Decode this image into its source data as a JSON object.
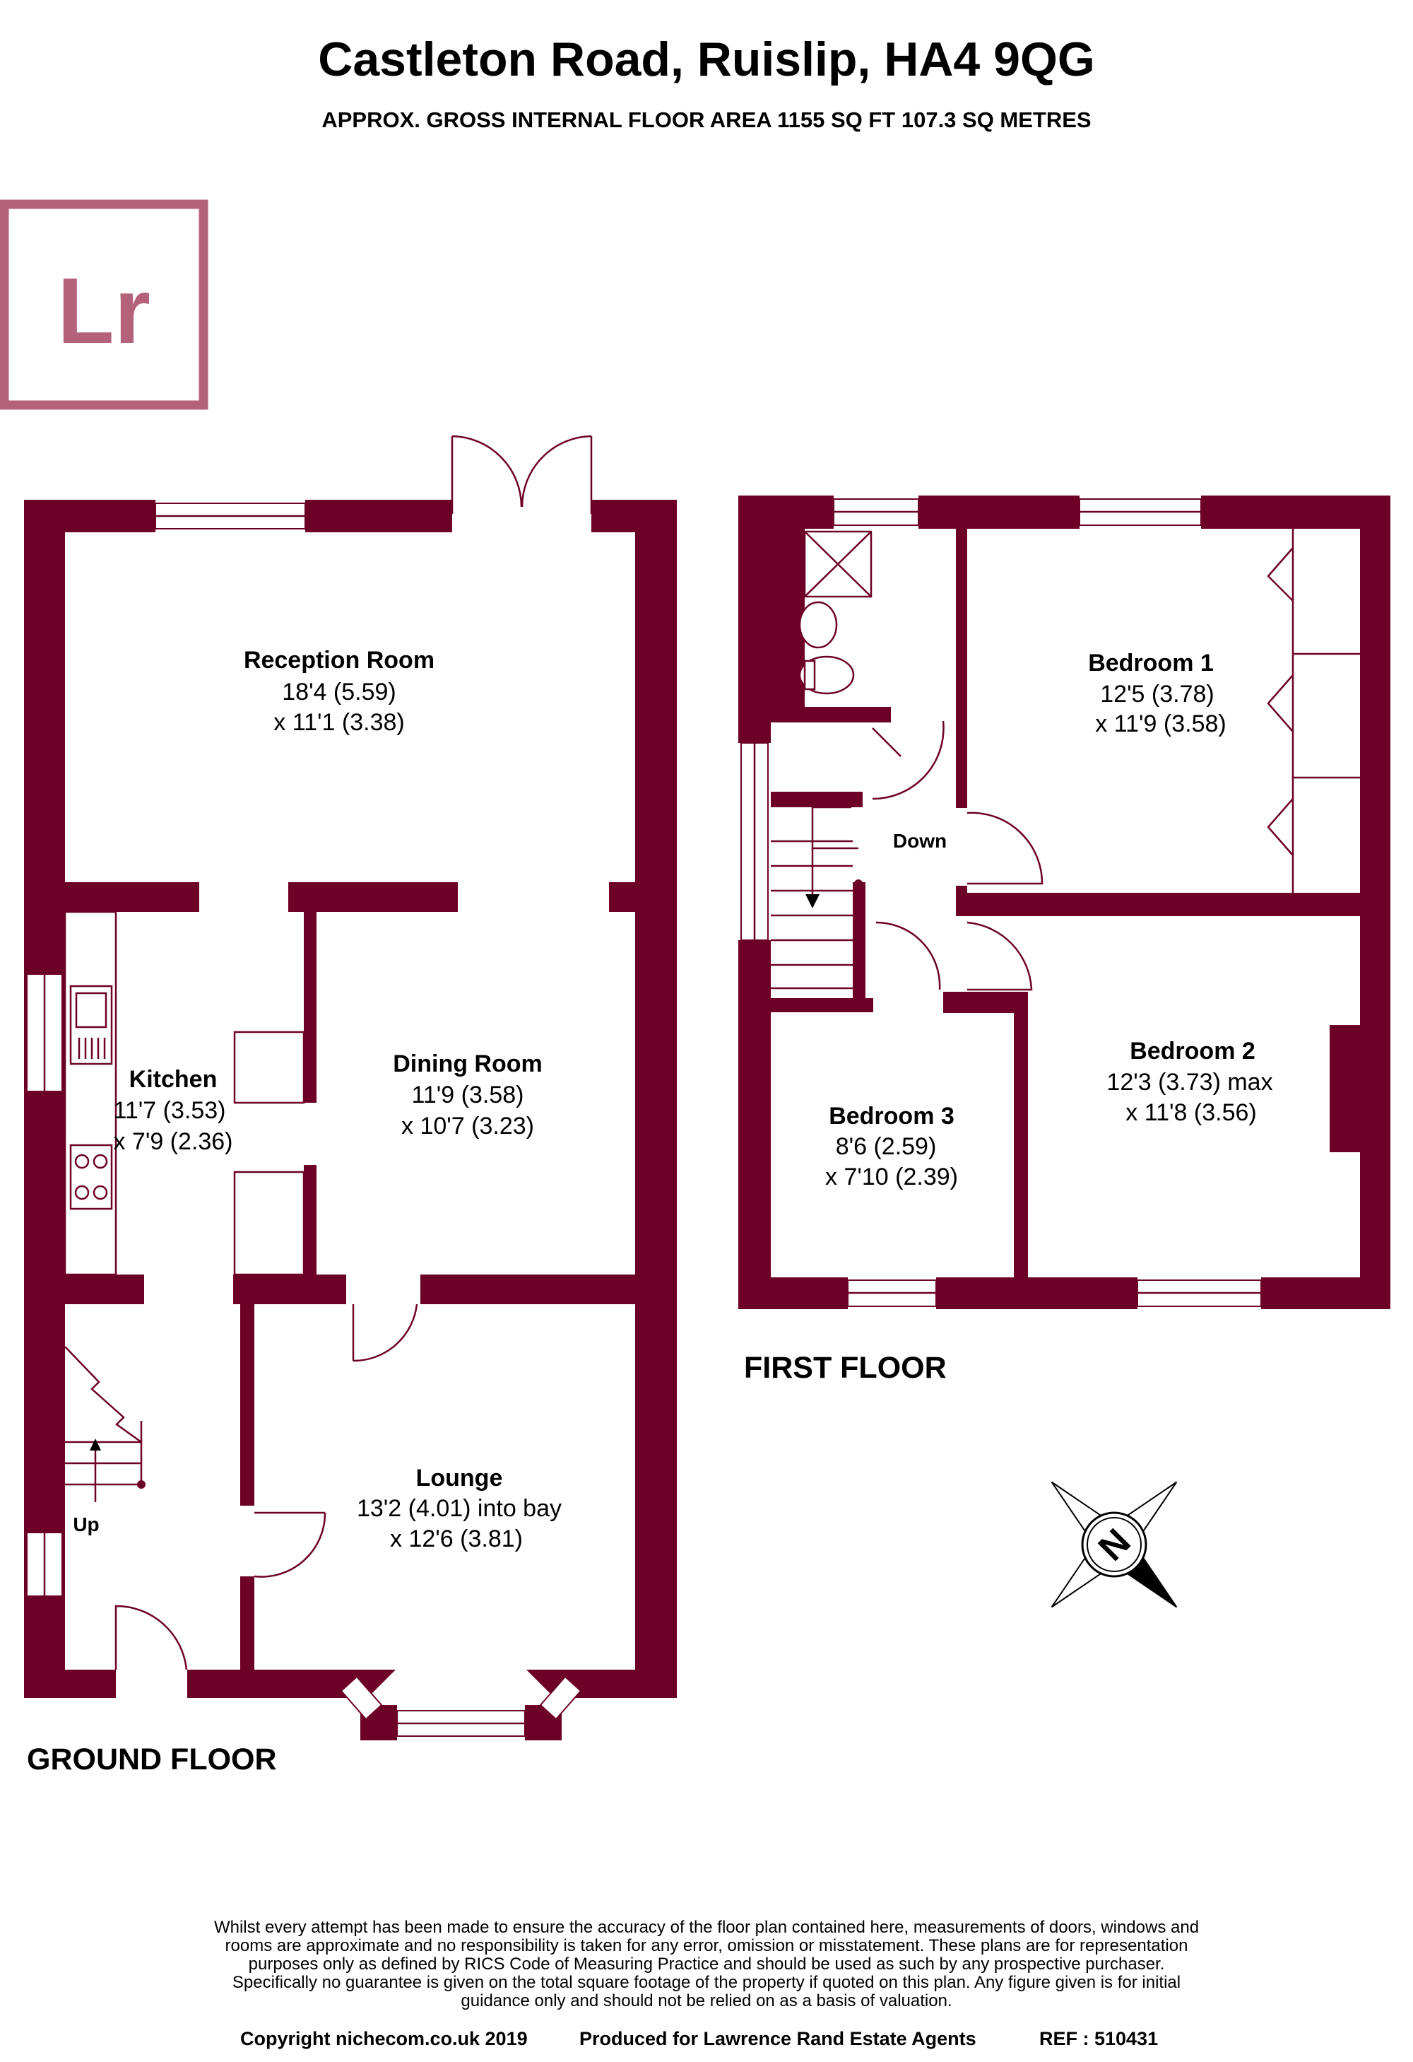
{
  "header": {
    "title": "Castleton Road, Ruislip, HA4 9QG",
    "subtitle": "APPROX. GROSS INTERNAL FLOOR AREA 1155 SQ FT 107.3 SQ METRES"
  },
  "logo": {
    "text": "Lr",
    "color": "#b4627a"
  },
  "colors": {
    "wall": "#6d0026",
    "text": "#000000"
  },
  "ground_floor": {
    "label": "GROUND FLOOR",
    "stairs_label": "Up",
    "rooms": [
      {
        "name": "Reception Room",
        "dim1": "18'4 (5.59)",
        "dim2": "x 11'1 (3.38)"
      },
      {
        "name": "Kitchen",
        "dim1": "11'7 (3.53)",
        "dim2": "x 7'9 (2.36)"
      },
      {
        "name": "Dining Room",
        "dim1": "11'9 (3.58)",
        "dim2": "x 10'7 (3.23)"
      },
      {
        "name": "Lounge",
        "dim1": "13'2 (4.01) into bay",
        "dim2": "x 12'6 (3.81)"
      }
    ]
  },
  "first_floor": {
    "label": "FIRST FLOOR",
    "stairs_label": "Down",
    "rooms": [
      {
        "name": "Bedroom 1",
        "dim1": "12'5 (3.78)",
        "dim2": "x 11'9 (3.58)"
      },
      {
        "name": "Bedroom 2",
        "dim1": "12'3 (3.73) max",
        "dim2": "x 11'8 (3.56)"
      },
      {
        "name": "Bedroom 3",
        "dim1": "8'6 (2.59)",
        "dim2": "x 7'10 (2.39)"
      }
    ]
  },
  "compass": {
    "letter": "N",
    "icon": "north-arrow-icon"
  },
  "disclaimer": [
    "Whilst every attempt has been made to ensure the accuracy of the floor plan contained here, measurements of doors, windows and",
    "rooms are approximate and no responsibility is taken for any error, omission or misstatement. These plans are for representation",
    "purposes only as defined by RICS Code of Measuring Practice and should be used as such by any prospective purchaser.",
    "Specifically no guarantee is given on the total square footage of the property if quoted on this plan. Any figure given is for initial",
    "guidance only and should not be relied on as a basis of valuation."
  ],
  "footer": {
    "copyright": "Copyright nichecom.co.uk 2019",
    "produced": "Produced for Lawrence Rand Estate Agents",
    "ref": "REF : 510431"
  }
}
